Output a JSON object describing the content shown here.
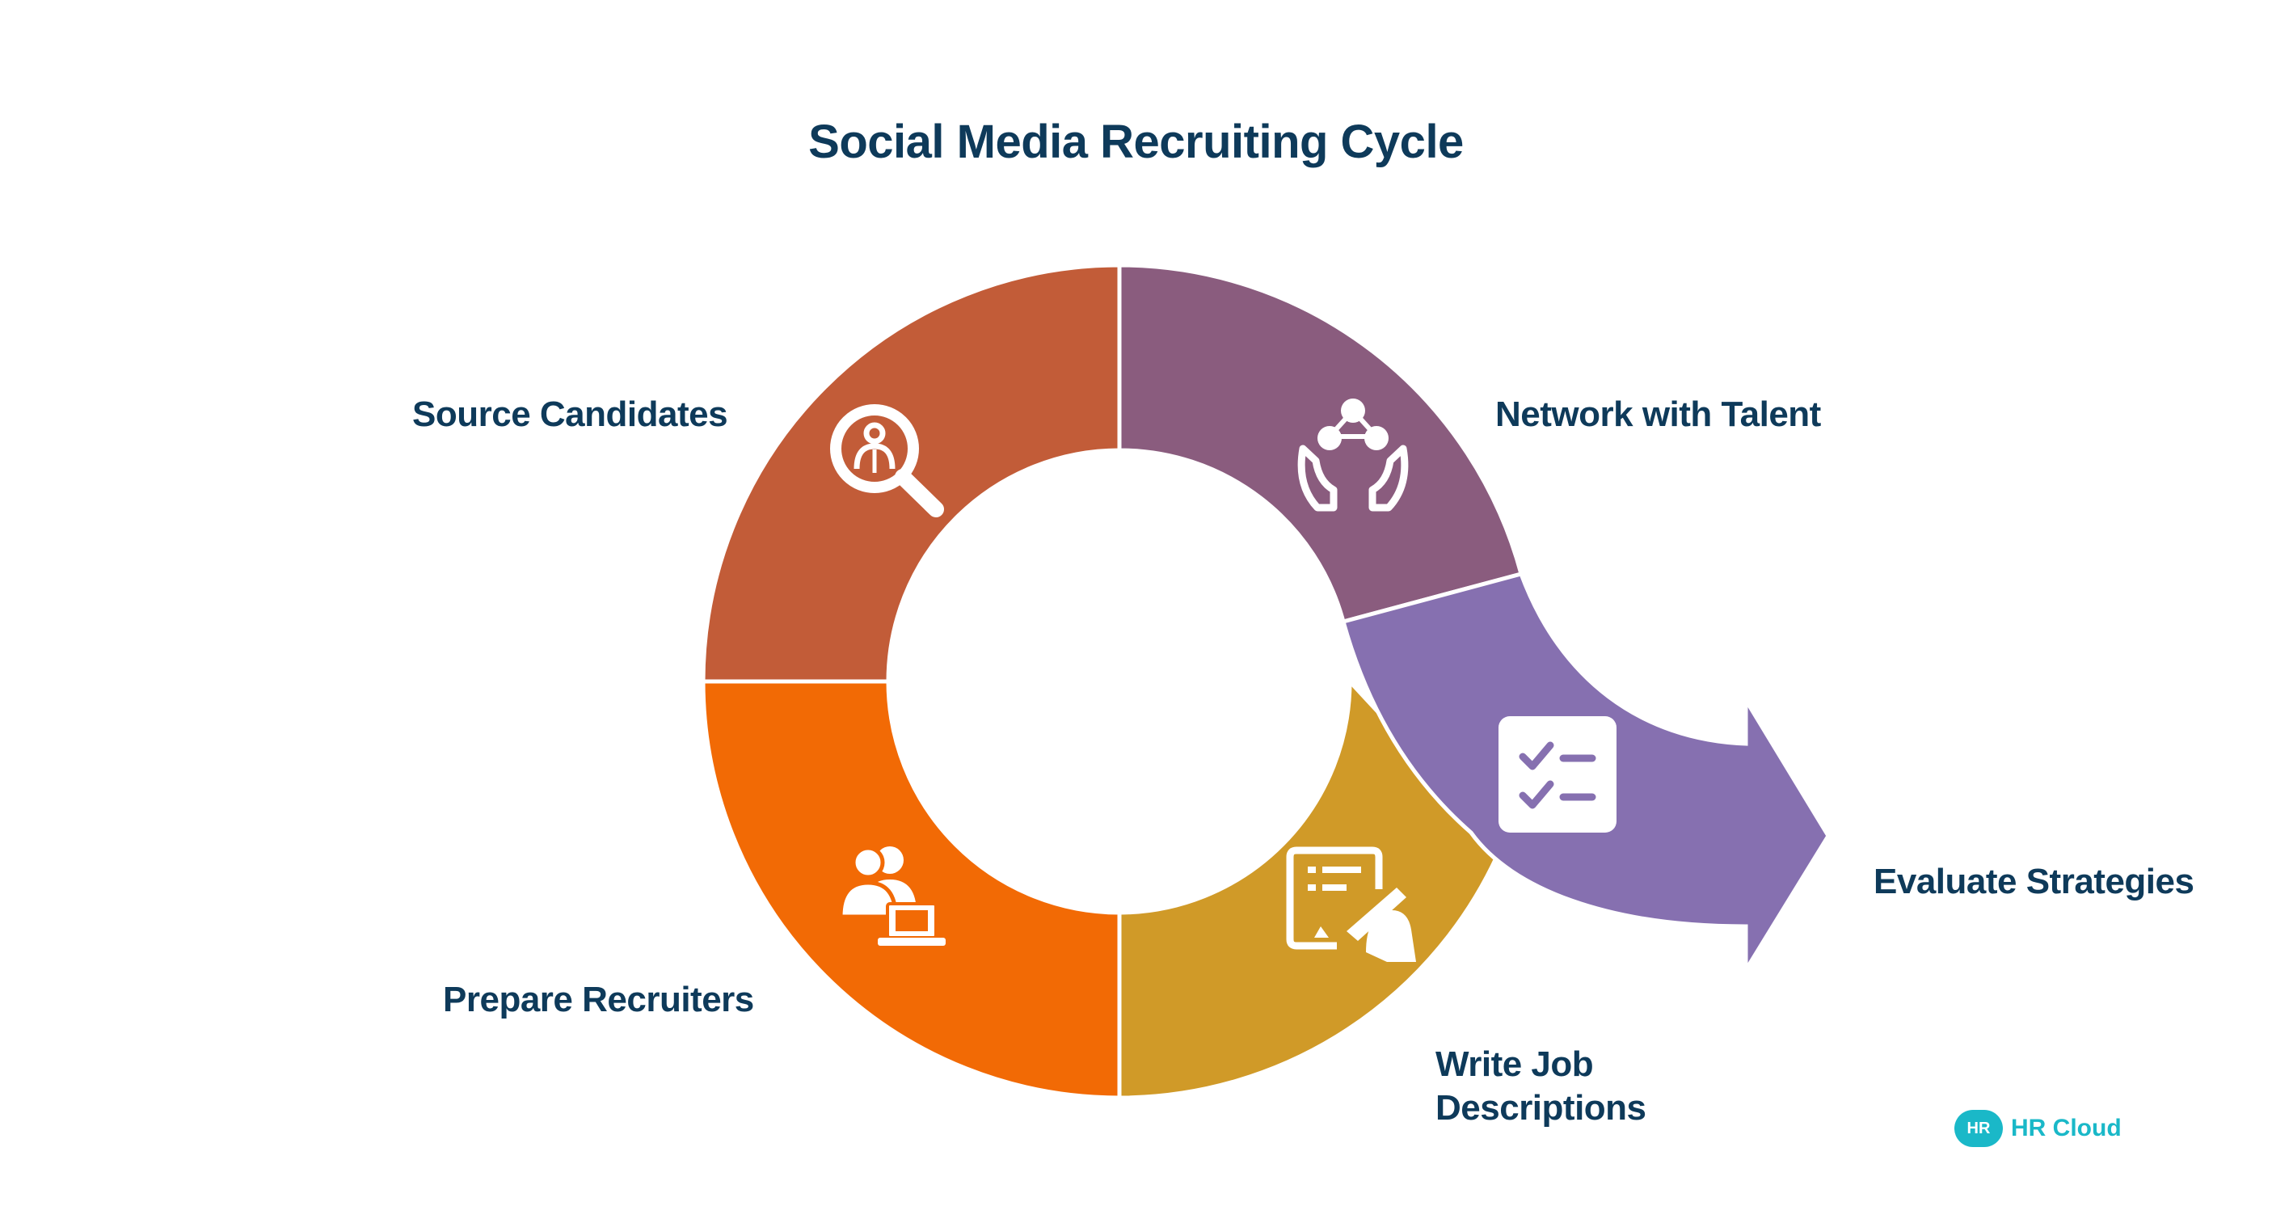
{
  "title": "Social Media Recruiting Cycle",
  "colors": {
    "source": "#c25c38",
    "network": "#8a5c7e",
    "evaluate": "#8670b0",
    "write": "#d09a28",
    "prepare": "#f26a05",
    "text": "#0e3a5a",
    "brand": "#1ab8c8"
  },
  "steps": [
    {
      "label": "Source Candidates",
      "icon": "search-candidate-icon"
    },
    {
      "label": "Network with Talent",
      "icon": "network-hands-icon"
    },
    {
      "label": "Evaluate Strategies",
      "icon": "checklist-icon"
    },
    {
      "label": "Write Job",
      "label2": "Descriptions",
      "icon": "document-writing-icon"
    },
    {
      "label": "Prepare Recruiters",
      "icon": "recruiter-laptop-icon"
    }
  ],
  "logo": {
    "badge": "HR",
    "name": "HR Cloud"
  }
}
